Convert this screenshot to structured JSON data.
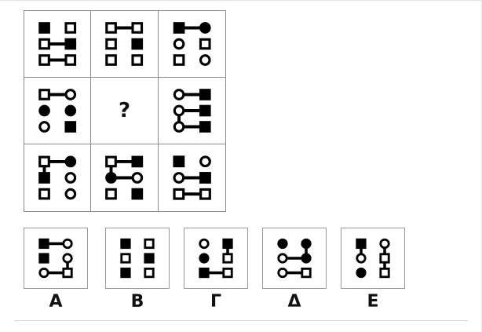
{
  "puzzle": {
    "type": "matrix-reasoning",
    "missing_cell": {
      "row": 2,
      "col": 2,
      "marker": "?"
    },
    "grid_size": "3x3",
    "stroke_color": "#000000",
    "fill_color": "#000000",
    "border_color": "#8c8c8c",
    "background": "#ffffff"
  },
  "matrix": {
    "cells": [
      {
        "id": "r1c1",
        "row": 1,
        "col": 1,
        "nodes": [
          {
            "pos": "tl",
            "shape": "square",
            "fill": "solid"
          },
          {
            "pos": "tr",
            "shape": "square",
            "fill": "hollow"
          },
          {
            "pos": "ml",
            "shape": "square",
            "fill": "hollow"
          },
          {
            "pos": "mr",
            "shape": "square",
            "fill": "solid"
          },
          {
            "pos": "bl",
            "shape": "square",
            "fill": "hollow"
          },
          {
            "pos": "br",
            "shape": "square",
            "fill": "hollow"
          }
        ],
        "links": [
          "ml-mr",
          "bl-br"
        ]
      },
      {
        "id": "r1c2",
        "row": 1,
        "col": 2,
        "nodes": [
          {
            "pos": "tl",
            "shape": "square",
            "fill": "hollow"
          },
          {
            "pos": "tr",
            "shape": "square",
            "fill": "hollow"
          },
          {
            "pos": "ml",
            "shape": "square",
            "fill": "hollow"
          },
          {
            "pos": "mr",
            "shape": "square",
            "fill": "solid"
          },
          {
            "pos": "bl",
            "shape": "square",
            "fill": "hollow"
          },
          {
            "pos": "br",
            "shape": "square",
            "fill": "hollow"
          }
        ],
        "links": [
          "tl-tr"
        ]
      },
      {
        "id": "r1c3",
        "row": 1,
        "col": 3,
        "nodes": [
          {
            "pos": "tl",
            "shape": "square",
            "fill": "solid"
          },
          {
            "pos": "tr",
            "shape": "circle",
            "fill": "solid"
          },
          {
            "pos": "ml",
            "shape": "circle",
            "fill": "hollow"
          },
          {
            "pos": "mr",
            "shape": "square",
            "fill": "hollow"
          },
          {
            "pos": "bl",
            "shape": "square",
            "fill": "hollow"
          },
          {
            "pos": "br",
            "shape": "circle",
            "fill": "hollow"
          }
        ],
        "links": [
          "tl-tr"
        ]
      },
      {
        "id": "r2c1",
        "row": 2,
        "col": 1,
        "nodes": [
          {
            "pos": "tl",
            "shape": "square",
            "fill": "hollow"
          },
          {
            "pos": "tr",
            "shape": "circle",
            "fill": "hollow"
          },
          {
            "pos": "ml",
            "shape": "circle",
            "fill": "solid"
          },
          {
            "pos": "mr",
            "shape": "circle",
            "fill": "solid"
          },
          {
            "pos": "bl",
            "shape": "circle",
            "fill": "hollow"
          },
          {
            "pos": "br",
            "shape": "square",
            "fill": "solid"
          }
        ],
        "links": [
          "tl-tr"
        ]
      },
      {
        "id": "r2c2",
        "row": 2,
        "col": 2,
        "unknown": true,
        "marker": "?",
        "nodes": [],
        "links": []
      },
      {
        "id": "r2c3",
        "row": 2,
        "col": 3,
        "nodes": [
          {
            "pos": "tl",
            "shape": "circle",
            "fill": "hollow"
          },
          {
            "pos": "tr",
            "shape": "square",
            "fill": "solid"
          },
          {
            "pos": "ml",
            "shape": "circle",
            "fill": "hollow"
          },
          {
            "pos": "mr",
            "shape": "square",
            "fill": "solid"
          },
          {
            "pos": "bl",
            "shape": "circle",
            "fill": "hollow"
          },
          {
            "pos": "br",
            "shape": "square",
            "fill": "solid"
          }
        ],
        "links": [
          "tl-tr",
          "ml-mr",
          "bl-br",
          "ml-bl"
        ]
      },
      {
        "id": "r3c1",
        "row": 3,
        "col": 1,
        "nodes": [
          {
            "pos": "tl",
            "shape": "square",
            "fill": "hollow"
          },
          {
            "pos": "tr",
            "shape": "circle",
            "fill": "solid"
          },
          {
            "pos": "ml",
            "shape": "square",
            "fill": "solid"
          },
          {
            "pos": "mr",
            "shape": "circle",
            "fill": "hollow"
          },
          {
            "pos": "bl",
            "shape": "square",
            "fill": "hollow"
          },
          {
            "pos": "br",
            "shape": "circle",
            "fill": "hollow"
          }
        ],
        "links": [
          "tl-tr",
          "tl-ml"
        ]
      },
      {
        "id": "r3c2",
        "row": 3,
        "col": 2,
        "nodes": [
          {
            "pos": "tl",
            "shape": "square",
            "fill": "hollow"
          },
          {
            "pos": "tr",
            "shape": "square",
            "fill": "solid"
          },
          {
            "pos": "ml",
            "shape": "circle",
            "fill": "solid"
          },
          {
            "pos": "mr",
            "shape": "circle",
            "fill": "hollow"
          },
          {
            "pos": "bl",
            "shape": "square",
            "fill": "hollow"
          },
          {
            "pos": "br",
            "shape": "square",
            "fill": "solid"
          }
        ],
        "links": [
          "tl-tr",
          "tl-ml",
          "ml-mr"
        ]
      },
      {
        "id": "r3c3",
        "row": 3,
        "col": 3,
        "nodes": [
          {
            "pos": "tl",
            "shape": "square",
            "fill": "solid"
          },
          {
            "pos": "tr",
            "shape": "circle",
            "fill": "hollow"
          },
          {
            "pos": "ml",
            "shape": "circle",
            "fill": "hollow"
          },
          {
            "pos": "mr",
            "shape": "square",
            "fill": "solid"
          },
          {
            "pos": "bl",
            "shape": "square",
            "fill": "hollow"
          },
          {
            "pos": "br",
            "shape": "square",
            "fill": "hollow"
          }
        ],
        "links": [
          "ml-mr",
          "bl-br"
        ]
      }
    ]
  },
  "options": [
    {
      "id": "opt-a",
      "label": "Α",
      "nodes": [
        {
          "pos": "tl",
          "shape": "square",
          "fill": "solid"
        },
        {
          "pos": "tr",
          "shape": "circle",
          "fill": "hollow"
        },
        {
          "pos": "ml",
          "shape": "square",
          "fill": "solid"
        },
        {
          "pos": "mr",
          "shape": "circle",
          "fill": "hollow"
        },
        {
          "pos": "bl",
          "shape": "circle",
          "fill": "hollow"
        },
        {
          "pos": "br",
          "shape": "square",
          "fill": "hollow"
        }
      ],
      "links": [
        "tl-tr",
        "bl-br",
        "mr-br"
      ]
    },
    {
      "id": "opt-b",
      "label": "Β",
      "nodes": [
        {
          "pos": "tl",
          "shape": "square",
          "fill": "solid"
        },
        {
          "pos": "tr",
          "shape": "square",
          "fill": "hollow"
        },
        {
          "pos": "ml",
          "shape": "square",
          "fill": "hollow"
        },
        {
          "pos": "mr",
          "shape": "square",
          "fill": "solid"
        },
        {
          "pos": "bl",
          "shape": "square",
          "fill": "solid"
        },
        {
          "pos": "br",
          "shape": "square",
          "fill": "hollow"
        }
      ],
      "links": []
    },
    {
      "id": "opt-g",
      "label": "Γ",
      "nodes": [
        {
          "pos": "tl",
          "shape": "circle",
          "fill": "hollow"
        },
        {
          "pos": "tr",
          "shape": "square",
          "fill": "solid"
        },
        {
          "pos": "ml",
          "shape": "circle",
          "fill": "solid"
        },
        {
          "pos": "mr",
          "shape": "square",
          "fill": "hollow"
        },
        {
          "pos": "bl",
          "shape": "square",
          "fill": "solid"
        },
        {
          "pos": "br",
          "shape": "square",
          "fill": "hollow"
        }
      ],
      "links": [
        "tr-mr",
        "bl-br"
      ]
    },
    {
      "id": "opt-d",
      "label": "Δ",
      "nodes": [
        {
          "pos": "tl",
          "shape": "circle",
          "fill": "solid"
        },
        {
          "pos": "tr",
          "shape": "circle",
          "fill": "solid"
        },
        {
          "pos": "ml",
          "shape": "circle",
          "fill": "hollow"
        },
        {
          "pos": "mr",
          "shape": "circle",
          "fill": "solid"
        },
        {
          "pos": "bl",
          "shape": "circle",
          "fill": "hollow"
        },
        {
          "pos": "br",
          "shape": "square",
          "fill": "hollow"
        }
      ],
      "links": [
        "ml-mr",
        "tr-mr",
        "bl-br"
      ]
    },
    {
      "id": "opt-e",
      "label": "Ε",
      "nodes": [
        {
          "pos": "tl",
          "shape": "square",
          "fill": "solid"
        },
        {
          "pos": "tr",
          "shape": "circle",
          "fill": "hollow"
        },
        {
          "pos": "ml",
          "shape": "circle",
          "fill": "hollow"
        },
        {
          "pos": "mr",
          "shape": "square",
          "fill": "hollow"
        },
        {
          "pos": "bl",
          "shape": "circle",
          "fill": "solid"
        },
        {
          "pos": "br",
          "shape": "square",
          "fill": "hollow"
        }
      ],
      "links": [
        "tl-ml",
        "tr-mr",
        "mr-br"
      ]
    }
  ],
  "geometry": {
    "cell_size": 86,
    "option_box_size": 82,
    "option_lefts": [
      0,
      104,
      204,
      304,
      404
    ],
    "node_coords": {
      "tl": [
        26,
        22
      ],
      "tr": [
        60,
        22
      ],
      "ml": [
        26,
        43
      ],
      "mr": [
        60,
        43
      ],
      "bl": [
        26,
        64
      ],
      "br": [
        60,
        64
      ]
    },
    "shape_size": 15,
    "link_width": 4
  }
}
